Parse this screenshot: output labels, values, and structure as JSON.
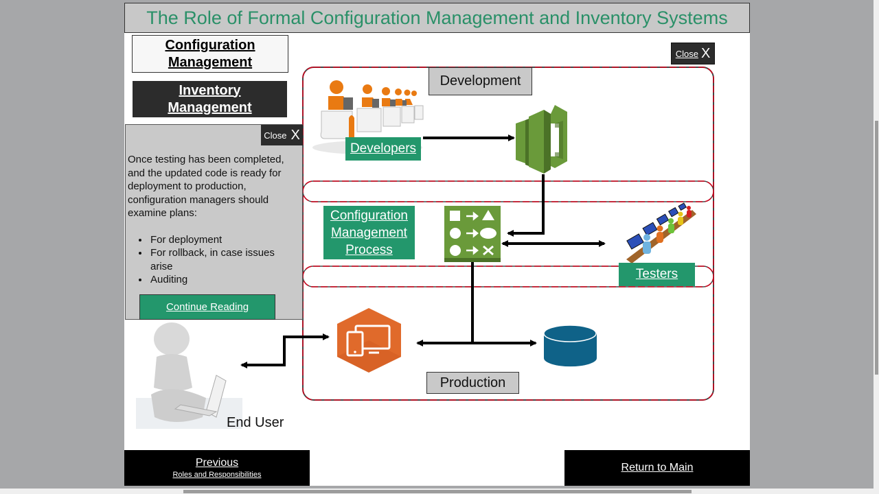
{
  "header": {
    "title": "The Role of Formal Configuration Management and Inventory Systems"
  },
  "nav": {
    "configuration_management": "Configuration Management",
    "inventory_management": "Inventory Management"
  },
  "info_panel": {
    "close_label": "Close",
    "close_glyph": "X",
    "paragraph": "Once testing has been completed, and the updated code is ready for deployment to production, configuration managers should examine plans:",
    "bullets": [
      "For deployment",
      "For rollback, in case issues arise",
      "Auditing"
    ],
    "continue_label": "Continue Reading"
  },
  "diagram": {
    "close_label": "Close",
    "close_glyph": "X",
    "development_label": "Development",
    "production_label": "Production",
    "developers_link": "Developers",
    "testers_link": "Testers",
    "cm_process_link": "Configuration Management Process",
    "end_user_label": "End User",
    "colors": {
      "accent_green": "#23976c",
      "boundary_red": "#d0021b",
      "codecommit_green": "#6a9a3a",
      "workspace_orange": "#e06a2b",
      "database_blue": "#0f6288"
    }
  },
  "footer": {
    "previous_label": "Previous",
    "previous_subtitle": "Roles and Responsibilities",
    "return_label": "Return to Main"
  }
}
